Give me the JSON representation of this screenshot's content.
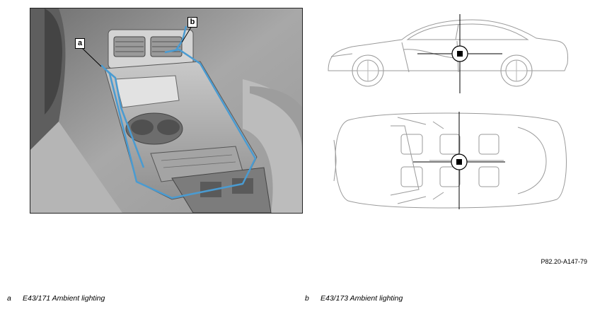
{
  "callouts": {
    "a": "a",
    "b": "b"
  },
  "reference_code": "P82.20-A147-79",
  "legend": [
    {
      "key": "a",
      "text": "E43/171 Ambient lighting"
    },
    {
      "key": "b",
      "text": "E43/173 Ambient lighting"
    }
  ],
  "colors": {
    "highlight": "#4a9bd1",
    "marker": "#000000"
  }
}
